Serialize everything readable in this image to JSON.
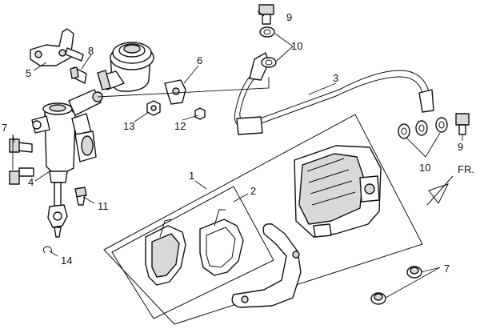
{
  "colors": {
    "ink": "#111111",
    "paper": "#ffffff",
    "shade": "#d9d9d9",
    "dark": "#555555"
  },
  "callouts": {
    "c1": "1",
    "c2": "2",
    "c3": "3",
    "c4": "4",
    "c5": "5",
    "c6": "6",
    "c7_left": "7",
    "c7_right": "7",
    "c8": "8",
    "c9_top": "9",
    "c9_right": "9",
    "c10_top": "10",
    "c10_right": "10",
    "c11": "11",
    "c12": "12",
    "c13": "13",
    "c14": "14"
  },
  "direction_label": "FR."
}
